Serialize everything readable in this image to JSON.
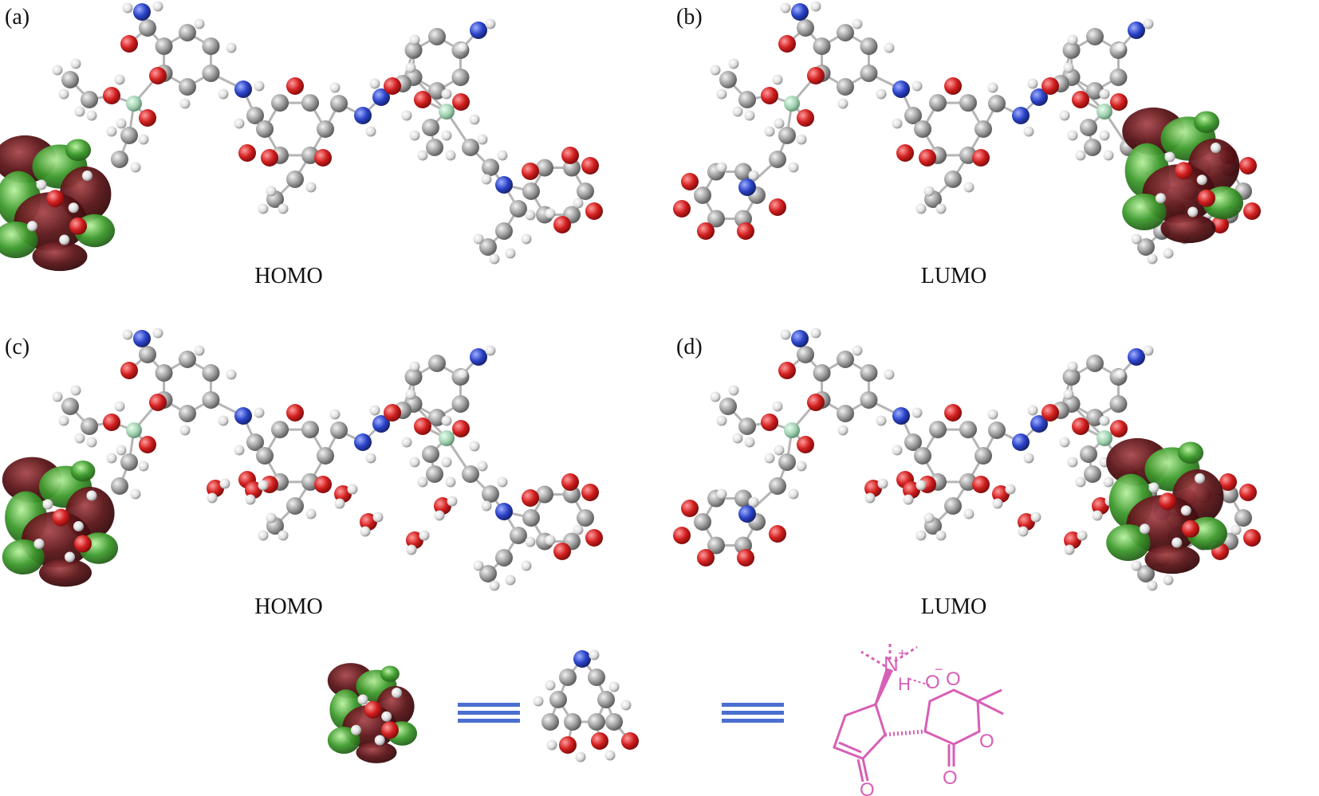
{
  "panels": [
    {
      "label": "(a)",
      "caption": "HOMO"
    },
    {
      "label": "(b)",
      "caption": "LUMO"
    },
    {
      "label": "(c)",
      "caption": "HOMO"
    },
    {
      "label": "(d)",
      "caption": "LUMO"
    }
  ],
  "legend_chem": {
    "n_label": "N",
    "n_charge": "+",
    "h_label": "H",
    "o_minus_label": "O",
    "o_minus_charge": "−",
    "ring_o1": "O",
    "ring_o2": "O",
    "ketone_o": "O",
    "ester_o": "O"
  },
  "colors": {
    "carbon": "#9a9a9a",
    "hydrogen": "#e4e4e4",
    "oxygen": "#d21f1f",
    "nitrogen": "#2b43c8",
    "boron": "#9fd0b0",
    "orbital_pos": "#5a1518",
    "orbital_neg": "#3d9a2c",
    "equivalence": "#4a6fd0",
    "chem_drawing": "#d75fb6"
  }
}
